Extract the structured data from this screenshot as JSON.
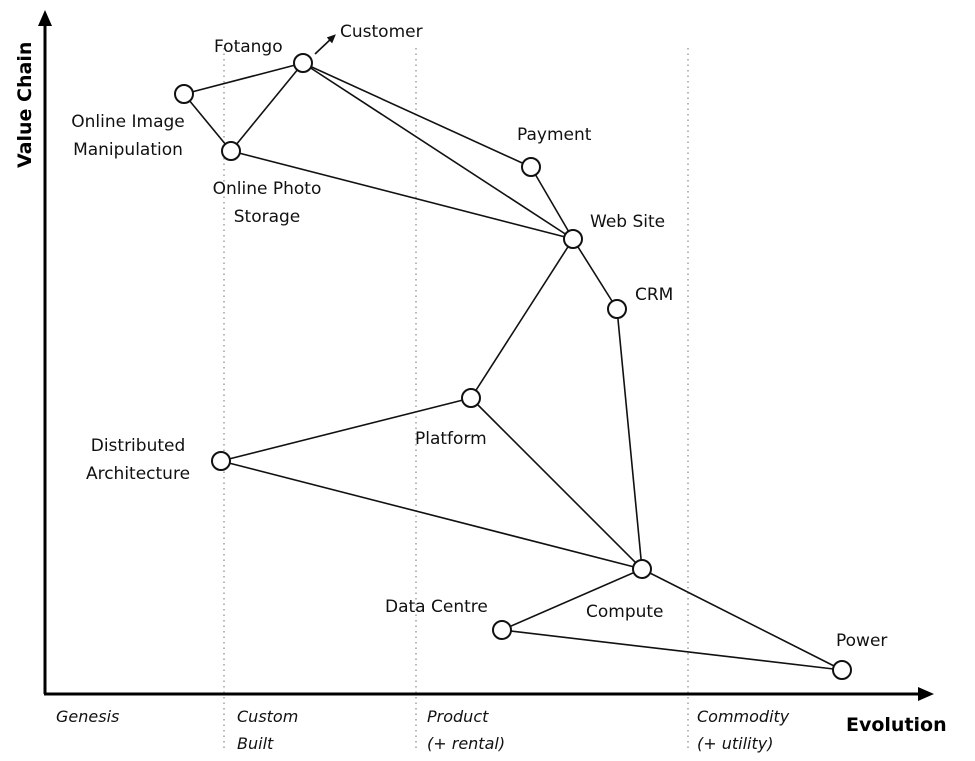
{
  "axes": {
    "y_title": "Value Chain",
    "x_title": "Evolution"
  },
  "stages": [
    {
      "id": "genesis",
      "line1": "Genesis",
      "line2": ""
    },
    {
      "id": "custom",
      "line1": "Custom",
      "line2": "Built"
    },
    {
      "id": "product",
      "line1": "Product",
      "line2": "(+ rental)"
    },
    {
      "id": "commodity",
      "line1": "Commodity",
      "line2": "(+ utility)"
    }
  ],
  "nodes": [
    {
      "id": "fotango",
      "label_lines": [
        "Fotango"
      ],
      "style": "open"
    },
    {
      "id": "online-image-manipulation",
      "label_lines": [
        "Online Image",
        "Manipulation"
      ],
      "style": "open"
    },
    {
      "id": "online-photo-storage",
      "label_lines": [
        "Online Photo",
        "Storage"
      ],
      "style": "open"
    },
    {
      "id": "payment",
      "label_lines": [
        "Payment"
      ],
      "style": "open"
    },
    {
      "id": "web-site",
      "label_lines": [
        "Web Site"
      ],
      "style": "open"
    },
    {
      "id": "crm",
      "label_lines": [
        "CRM"
      ],
      "style": "open"
    },
    {
      "id": "platform",
      "label_lines": [
        "Platform"
      ],
      "style": "open"
    },
    {
      "id": "distributed-architecture",
      "label_lines": [
        "Distributed",
        "Architecture"
      ],
      "style": "hatched"
    },
    {
      "id": "compute",
      "label_lines": [
        "Compute"
      ],
      "style": "open"
    },
    {
      "id": "data-centre",
      "label_lines": [
        "Data Centre"
      ],
      "style": "open"
    },
    {
      "id": "power",
      "label_lines": [
        "Power"
      ],
      "style": "open"
    }
  ],
  "customer_label": "Customer",
  "links": [
    [
      "fotango",
      "online-image-manipulation"
    ],
    [
      "fotango",
      "online-photo-storage"
    ],
    [
      "fotango",
      "payment"
    ],
    [
      "fotango",
      "web-site"
    ],
    [
      "online-image-manipulation",
      "online-photo-storage"
    ],
    [
      "online-photo-storage",
      "web-site"
    ],
    [
      "payment",
      "web-site"
    ],
    [
      "web-site",
      "crm"
    ],
    [
      "web-site",
      "platform"
    ],
    [
      "crm",
      "compute"
    ],
    [
      "platform",
      "distributed-architecture"
    ],
    [
      "platform",
      "compute"
    ],
    [
      "distributed-architecture",
      "compute"
    ],
    [
      "compute",
      "data-centre"
    ],
    [
      "compute",
      "power"
    ],
    [
      "data-centre",
      "power"
    ]
  ]
}
